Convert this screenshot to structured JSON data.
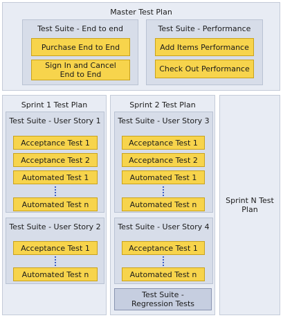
{
  "master": {
    "title": "Master Test Plan",
    "suite_end_to_end": {
      "title": "Test Suite - End to end",
      "tests": [
        "Purchase End to End",
        "Sign In and Cancel\nEnd to End"
      ]
    },
    "suite_performance": {
      "title": "Test Suite - Performance",
      "tests": [
        "Add Items Performance",
        "Check Out Performance"
      ]
    }
  },
  "sprint1": {
    "title": "Sprint 1 Test Plan",
    "story1": {
      "title": "Test Suite - User Story 1",
      "tests": [
        "Acceptance Test 1",
        "Acceptance Test 2",
        "Automated Test 1",
        "Automated Test n"
      ]
    },
    "story2": {
      "title": "Test Suite - User Story 2",
      "tests": [
        "Acceptance Test 1",
        "Automated Test n"
      ]
    }
  },
  "sprint2": {
    "title": "Sprint 2 Test Plan",
    "story3": {
      "title": "Test Suite - User Story 3",
      "tests": [
        "Acceptance Test 1",
        "Acceptance Test 2",
        "Automated Test 1",
        "Automated Test n"
      ]
    },
    "story4": {
      "title": "Test Suite - User Story 4",
      "tests": [
        "Acceptance Test 1",
        "Automated Test n"
      ]
    },
    "regression": "Test Suite -\nRegression Tests"
  },
  "sprintn": {
    "title": "Sprint N Test\nPlan"
  },
  "colors": {
    "panel": "#e8ecf4",
    "suite": "#d7dde9",
    "test_box": "#f7d44c",
    "regression_box": "#c6cee0",
    "dots": "#3d5ec9"
  }
}
